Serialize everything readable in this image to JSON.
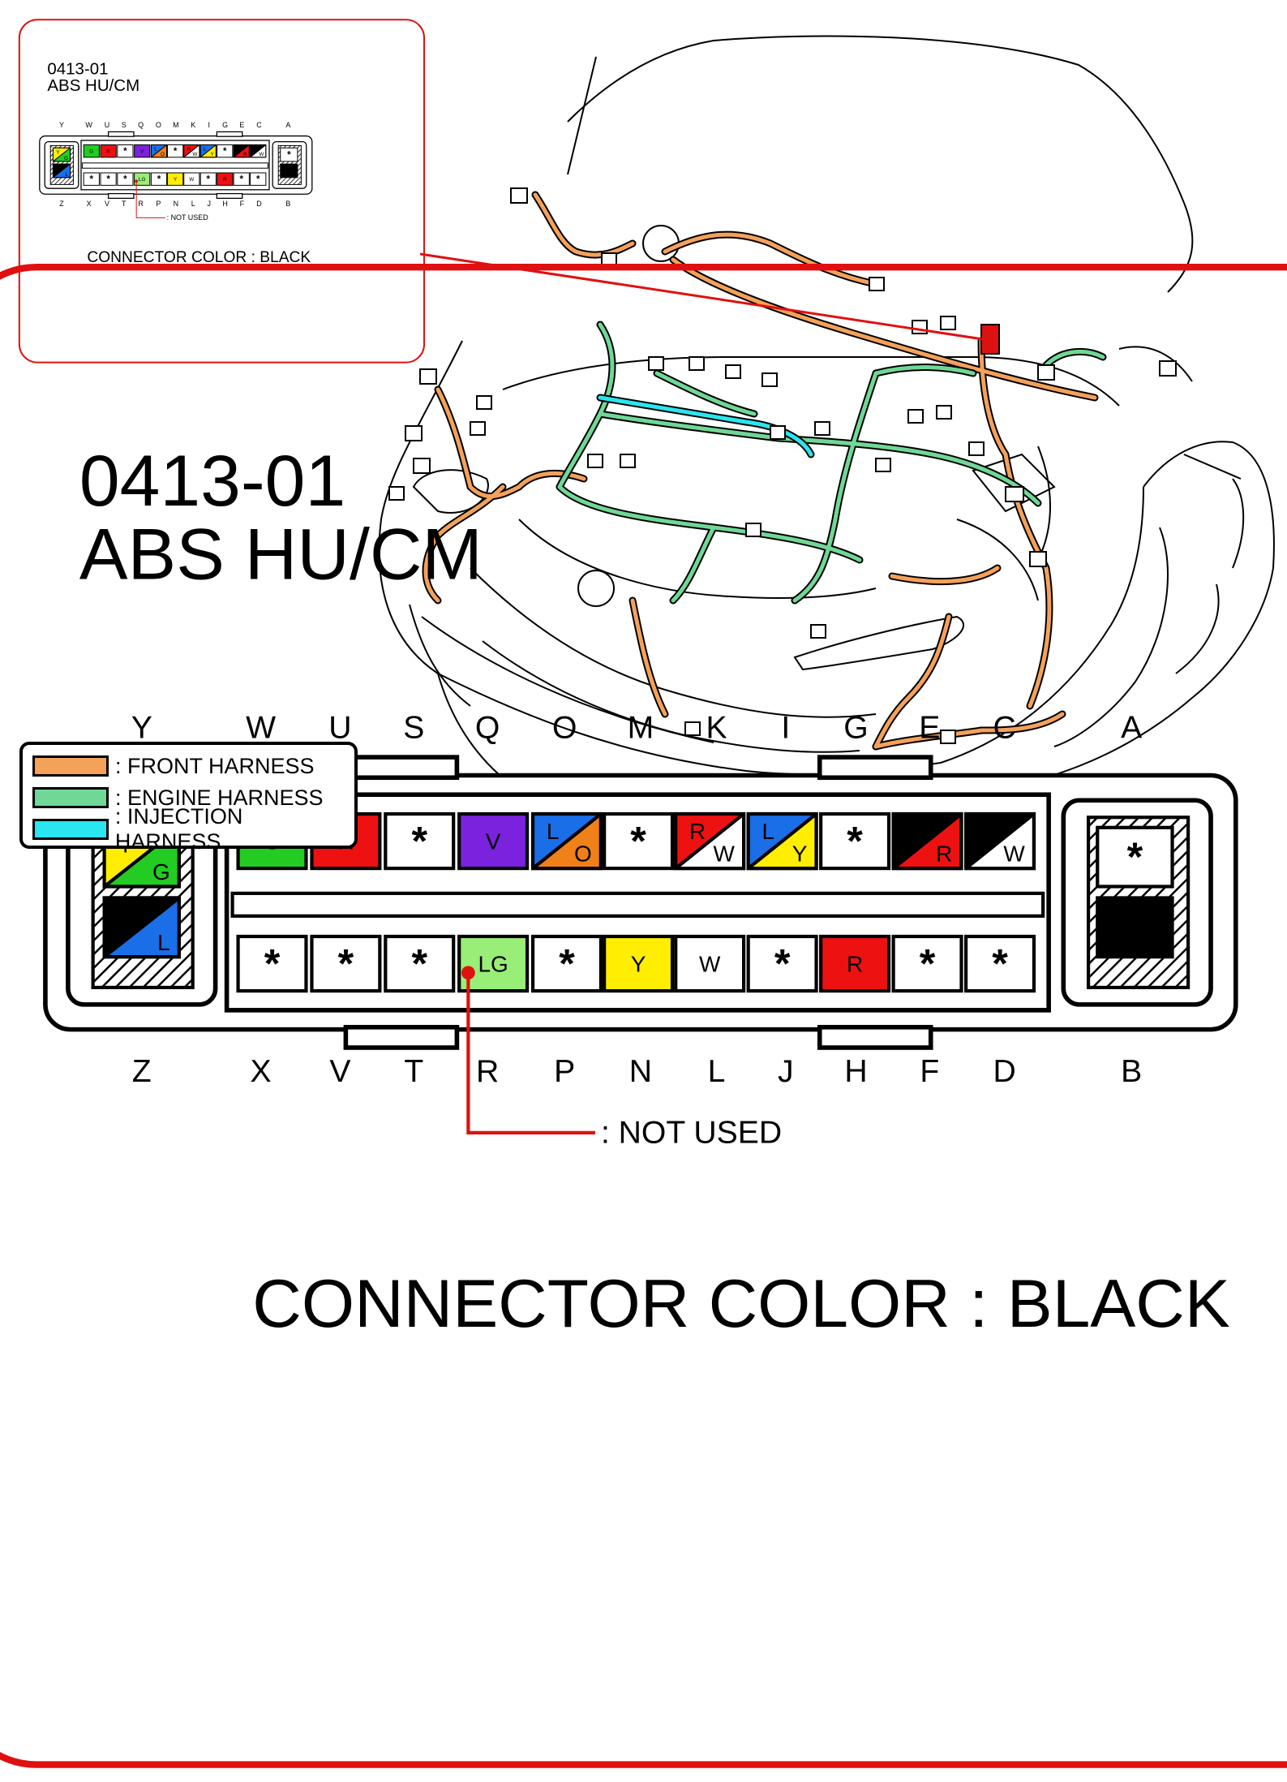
{
  "connector": {
    "id": "0413-01",
    "name": "ABS HU/CM",
    "color_caption": "CONNECTOR COLOR : BLACK",
    "not_used_note": ": NOT USED",
    "top_letters": [
      "Y",
      "W",
      "U",
      "S",
      "Q",
      "O",
      "M",
      "K",
      "I",
      "G",
      "E",
      "C",
      "A"
    ],
    "bottom_letters": [
      "Z",
      "X",
      "V",
      "T",
      "R",
      "P",
      "N",
      "L",
      "J",
      "H",
      "F",
      "D",
      "B"
    ],
    "top_row": [
      {
        "pin": "W",
        "label": "G",
        "kind": "solid",
        "color": "#22cc22"
      },
      {
        "pin": "U",
        "label": "R",
        "kind": "solid",
        "color": "#ee1111"
      },
      {
        "pin": "S",
        "label": "*",
        "kind": "unused"
      },
      {
        "pin": "Q",
        "label": "V",
        "kind": "solid",
        "color": "#7a22dd"
      },
      {
        "pin": "O",
        "label": "L",
        "label2": "O",
        "kind": "split",
        "color": "#1a6ee8",
        "color2": "#f08018"
      },
      {
        "pin": "M",
        "label": "*",
        "kind": "unused"
      },
      {
        "pin": "K",
        "label": "R",
        "label2": "W",
        "kind": "split",
        "color": "#ee1111",
        "color2": "#ffffff"
      },
      {
        "pin": "I",
        "label": "L",
        "label2": "Y",
        "kind": "split",
        "color": "#1a6ee8",
        "color2": "#ffee00"
      },
      {
        "pin": "G",
        "label": "*",
        "kind": "unused"
      },
      {
        "pin": "E",
        "label": "B",
        "label2": "R",
        "kind": "split",
        "color": "#000000",
        "color2": "#ee1111"
      },
      {
        "pin": "C",
        "label": "B",
        "label2": "W",
        "kind": "split",
        "color": "#000000",
        "color2": "#ffffff"
      }
    ],
    "bottom_row": [
      {
        "pin": "X",
        "label": "*",
        "kind": "unused"
      },
      {
        "pin": "V",
        "label": "*",
        "kind": "unused"
      },
      {
        "pin": "T",
        "label": "*",
        "kind": "unused"
      },
      {
        "pin": "R",
        "label": "LG",
        "kind": "solid",
        "color": "#99ee77"
      },
      {
        "pin": "P",
        "label": "*",
        "kind": "unused"
      },
      {
        "pin": "N",
        "label": "Y",
        "kind": "solid",
        "color": "#ffee00"
      },
      {
        "pin": "L",
        "label": "W",
        "kind": "solid",
        "color": "#ffffff"
      },
      {
        "pin": "J",
        "label": "*",
        "kind": "unused"
      },
      {
        "pin": "H",
        "label": "R",
        "kind": "solid",
        "color": "#ee1111"
      },
      {
        "pin": "F",
        "label": "*",
        "kind": "unused"
      },
      {
        "pin": "D",
        "label": "*",
        "kind": "unused"
      }
    ],
    "left_block": [
      {
        "pin": "Y",
        "label": "Y",
        "label2": "G",
        "kind": "split",
        "color": "#ffee00",
        "color2": "#22cc22"
      },
      {
        "pin": "Z",
        "label": "B",
        "label2": "L",
        "kind": "split",
        "color": "#000000",
        "color2": "#1a6ee8"
      }
    ],
    "right_block": [
      {
        "pin": "A",
        "label": "*",
        "kind": "unused"
      },
      {
        "pin": "B",
        "label": "B",
        "kind": "solid",
        "color": "#000000"
      }
    ]
  },
  "legend": [
    {
      "label": ": FRONT HARNESS",
      "color": "#f4a15a"
    },
    {
      "label": ": ENGINE HARNESS",
      "color": "#6fd896"
    },
    {
      "label": ": INJECTION HARNESS",
      "color": "#29e6f0"
    }
  ],
  "colors": {
    "frame_red": "#e01010",
    "front_harness": "#f4a15a",
    "engine_harness": "#6fd896",
    "injection_harness": "#29e6f0",
    "connector_marker": "#dd1111"
  },
  "icons": [
    "vehicle-engine-bay-drawing",
    "connector-location-marker",
    "leader-line"
  ]
}
